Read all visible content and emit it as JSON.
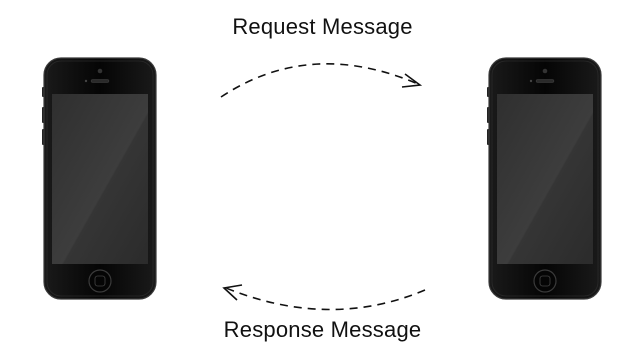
{
  "diagram": {
    "request_label": "Request Message",
    "response_label": "Response Message",
    "nodes": [
      {
        "id": "phone-left",
        "icon": "smartphone-icon"
      },
      {
        "id": "phone-right",
        "icon": "smartphone-icon"
      }
    ],
    "edges": [
      {
        "from": "phone-left",
        "to": "phone-right",
        "style": "dashed",
        "label_key": "request_label"
      },
      {
        "from": "phone-right",
        "to": "phone-left",
        "style": "dashed",
        "label_key": "response_label"
      }
    ],
    "colors": {
      "phone_body": "#0a0a0a",
      "screen": "#3a3a3a",
      "arrow": "#111111",
      "text": "#111111"
    }
  }
}
